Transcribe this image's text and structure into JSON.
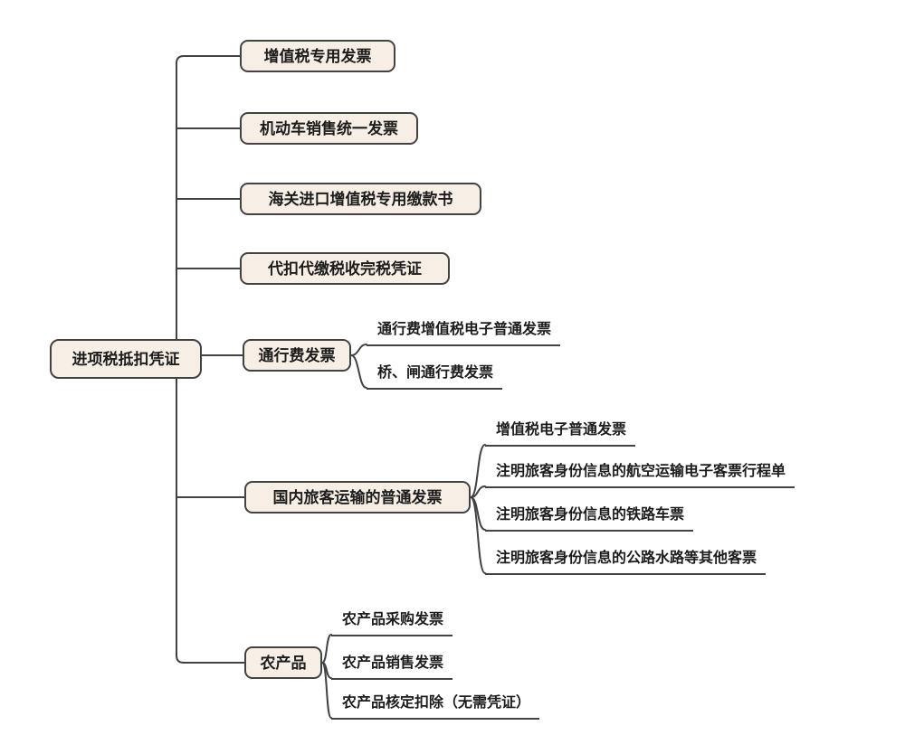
{
  "root": {
    "label": "进项税抵扣凭证"
  },
  "branches": [
    {
      "label": "增值税专用发票",
      "children": []
    },
    {
      "label": "机动车销售统一发票",
      "children": []
    },
    {
      "label": "海关进口增值税专用缴款书",
      "children": []
    },
    {
      "label": "代扣代缴税收完税凭证",
      "children": []
    },
    {
      "label": "通行费发票",
      "children": [
        {
          "label": "通行费增值税电子普通发票"
        },
        {
          "label": "桥、闸通行费发票"
        }
      ]
    },
    {
      "label": "国内旅客运输的普通发票",
      "children": [
        {
          "label": "增值税电子普通发票"
        },
        {
          "label": "注明旅客身份信息的航空运输电子客票行程单"
        },
        {
          "label": "注明旅客身份信息的铁路车票"
        },
        {
          "label": "注明旅客身份信息的公路水路等其他客票"
        }
      ]
    },
    {
      "label": "农产品",
      "children": [
        {
          "label": "农产品采购发票"
        },
        {
          "label": "农产品销售发票"
        },
        {
          "label": "农产品核定扣除（无需凭证）"
        }
      ]
    }
  ],
  "colors": {
    "box_fill": "#f7efe6",
    "box_border": "#424242",
    "line": "#424242",
    "text": "#1c1c1c",
    "background": "#ffffff"
  }
}
